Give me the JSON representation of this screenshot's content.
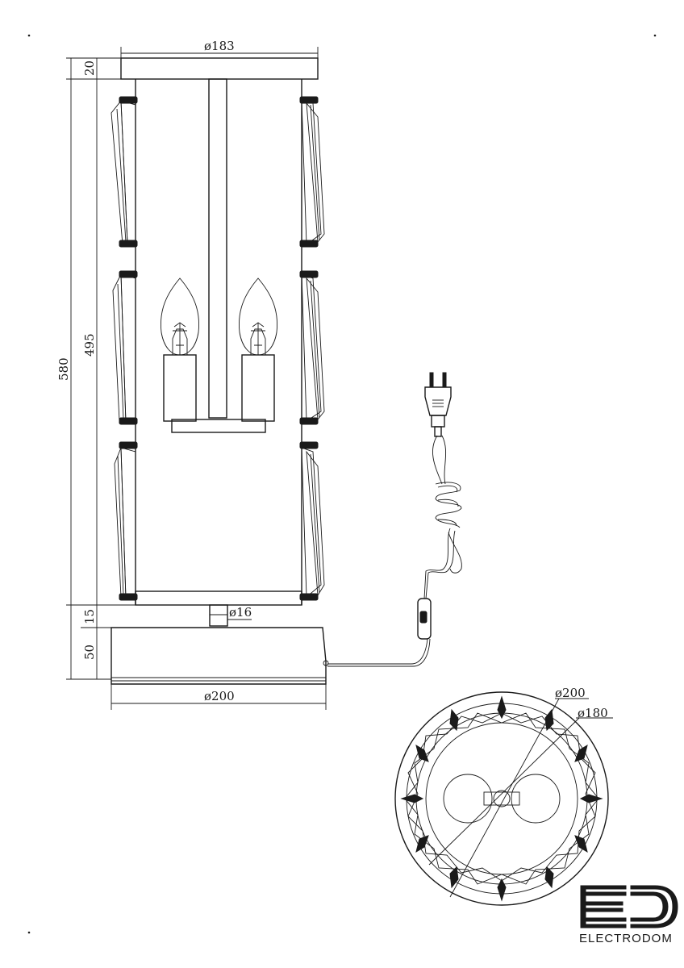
{
  "dimensions": {
    "top_diameter": "ø183",
    "top_height": "20",
    "shade_height": "495",
    "total_height": "580",
    "stem_height": "15",
    "stem_diameter": "ø16",
    "base_height": "50",
    "base_diameter": "ø200",
    "plan_outer_diameter": "ø200",
    "plan_inner_diameter": "ø180"
  },
  "brand": {
    "logo_name": "ED",
    "name": "ELECTRODOM"
  },
  "icons": [
    "lamp-side-elevation",
    "bulb-icon",
    "power-plug-icon",
    "cord-switch-icon",
    "lamp-top-plan",
    "electrodom-logo-icon"
  ]
}
